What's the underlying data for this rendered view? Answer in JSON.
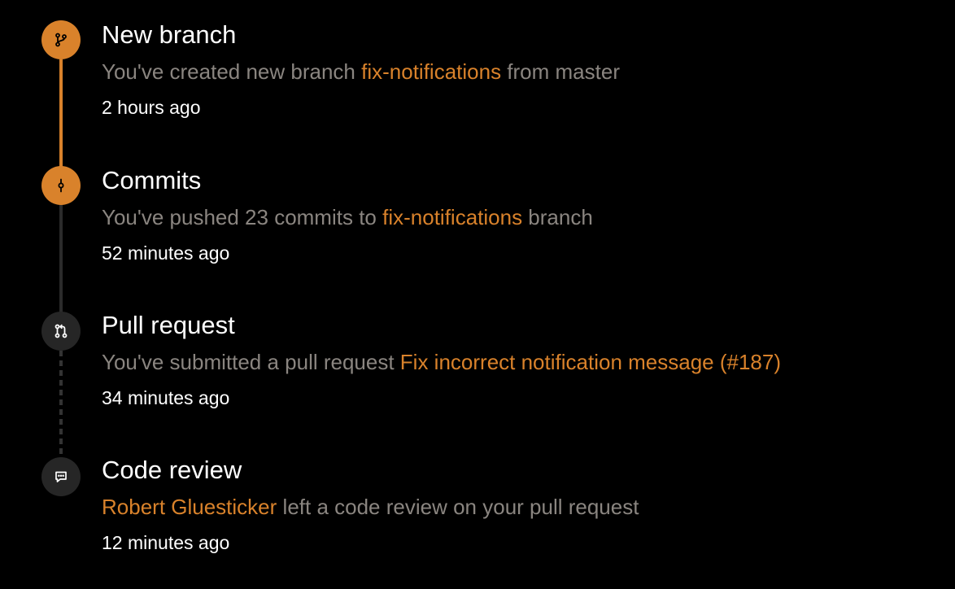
{
  "theme": {
    "accent": "#d9822b",
    "background": "#000000",
    "muted_text": "#8a8580",
    "inactive_node": "#262626"
  },
  "timeline": {
    "items": [
      {
        "title": "New branch",
        "desc_before": "You've created new branch ",
        "desc_highlight": "fix-notifications",
        "desc_after": " from master",
        "time": "2 hours ago",
        "icon": "git-branch-icon",
        "status": "active"
      },
      {
        "title": "Commits",
        "desc_before": "You've pushed 23 commits to ",
        "desc_highlight": "fix-notifications",
        "desc_after": " branch",
        "time": "52 minutes ago",
        "icon": "git-commit-icon",
        "status": "active"
      },
      {
        "title": "Pull request",
        "desc_before": "You've submitted a pull request ",
        "desc_highlight": "Fix incorrect notification message (#187)",
        "desc_after": "",
        "time": "34 minutes ago",
        "icon": "git-pull-request-icon",
        "status": "inactive"
      },
      {
        "title": "Code review",
        "desc_before": "",
        "desc_highlight": "Robert Gluesticker",
        "desc_after": " left a code review on your pull request",
        "time": "12 minutes ago",
        "icon": "comment-icon",
        "status": "inactive"
      }
    ]
  }
}
